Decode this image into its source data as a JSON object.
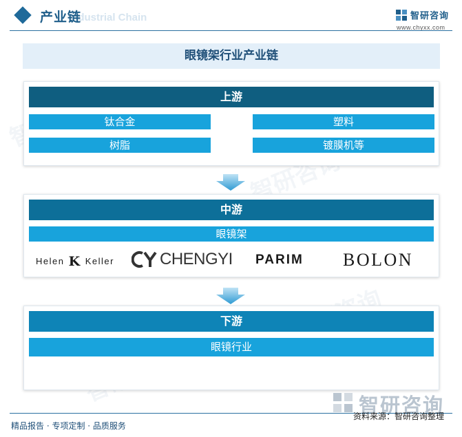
{
  "header": {
    "title": "产业链",
    "subtitle": "Industrial Chain",
    "brand_name": "智研咨询",
    "brand_url": "www.chyxx.com"
  },
  "diagram": {
    "title": "眼镜架行业产业链",
    "upstream": {
      "label": "上游",
      "items": [
        "钛合金",
        "塑料",
        "树脂",
        "镀膜机等"
      ]
    },
    "midstream": {
      "label": "中游",
      "item": "眼镜架",
      "brands": {
        "helen_left": "Helen",
        "helen_k": "K",
        "helen_right": "Keller",
        "chengyi": "CHENGYI",
        "parim": "PARIM",
        "bolon": "BOLON"
      }
    },
    "downstream": {
      "label": "下游",
      "item": "眼镜行业"
    }
  },
  "watermark": "智研咨询",
  "footer": {
    "left_text": "精品报告 · 专项定制 · 品质服务",
    "big_brand": "智研咨询",
    "source": "资料来源：智研咨询整理"
  },
  "colors": {
    "upstream_header": "#0f5e80",
    "midstream_header": "#0d6f99",
    "downstream_header": "#0e84b7",
    "item": "#18a3dc",
    "title_bg": "#e3eff9",
    "accent": "#1f5e8a"
  },
  "icons": {
    "header_marker": "diamond-icon",
    "flow_arrow": "down-arrow-icon",
    "brand_logo": "zhiyan-logo-icon"
  }
}
